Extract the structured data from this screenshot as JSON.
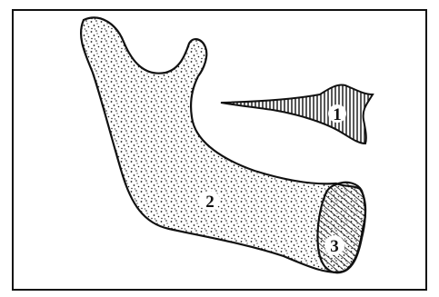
{
  "figure": {
    "labels": {
      "fragment": "1",
      "body": "2",
      "cap": "3"
    },
    "colors": {
      "ink": "#111111",
      "paper": "#ffffff"
    }
  }
}
